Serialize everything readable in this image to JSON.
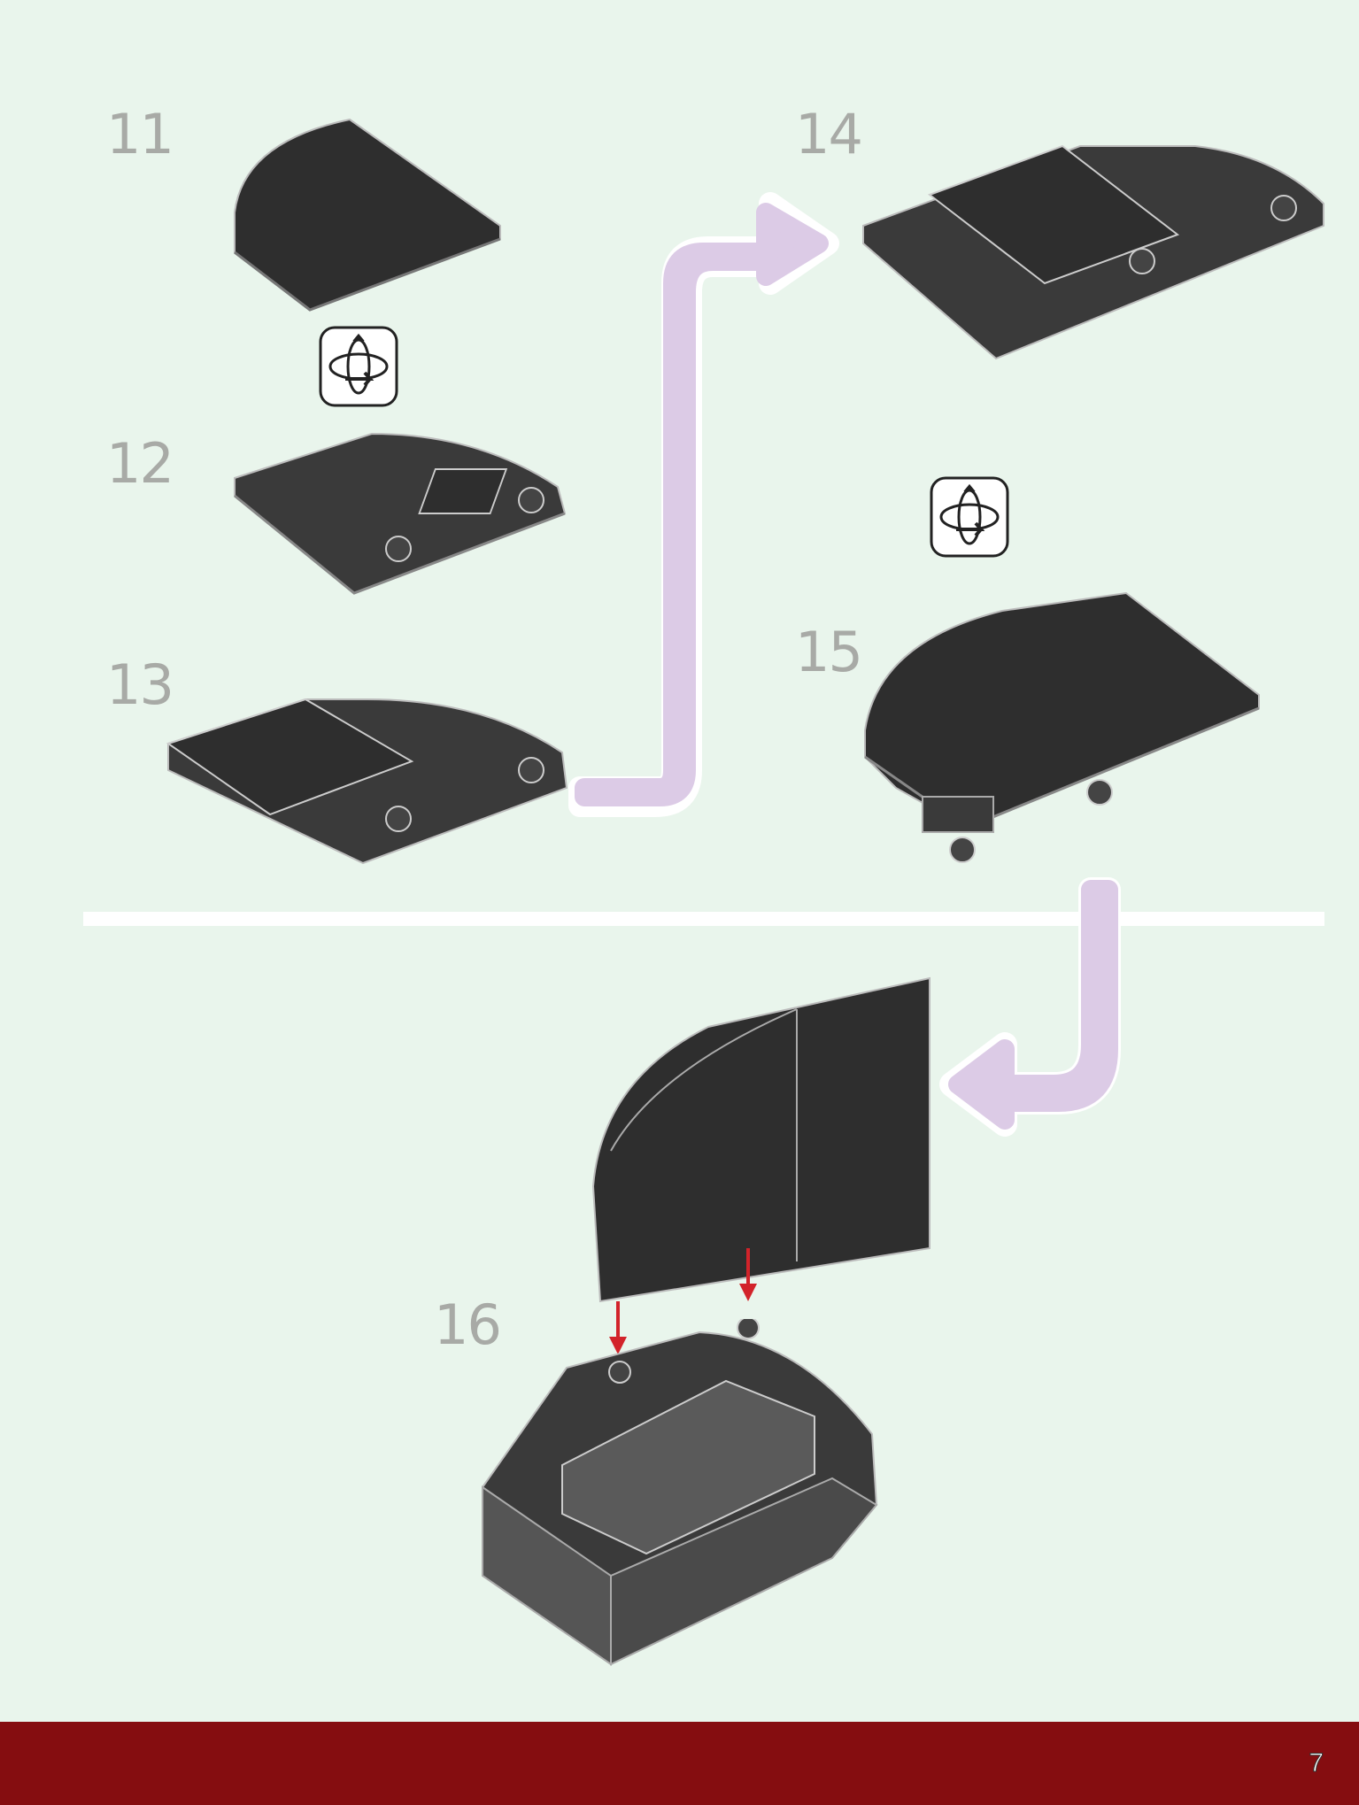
{
  "steps": [
    {
      "number": "11"
    },
    {
      "number": "12"
    },
    {
      "number": "13"
    },
    {
      "number": "14"
    },
    {
      "number": "15"
    },
    {
      "number": "16"
    }
  ],
  "footer": {
    "page_number": "7"
  },
  "colors": {
    "background": "#e9f5ec",
    "footer": "#850d10",
    "arrow": "#dccbe6",
    "brick": "#3a3a3a",
    "brick_light": "#5a5a5a",
    "red_arrow": "#d2232a"
  },
  "icons": [
    "rotate-model-icon",
    "flow-arrow-icon",
    "insert-down-arrow-icon"
  ]
}
